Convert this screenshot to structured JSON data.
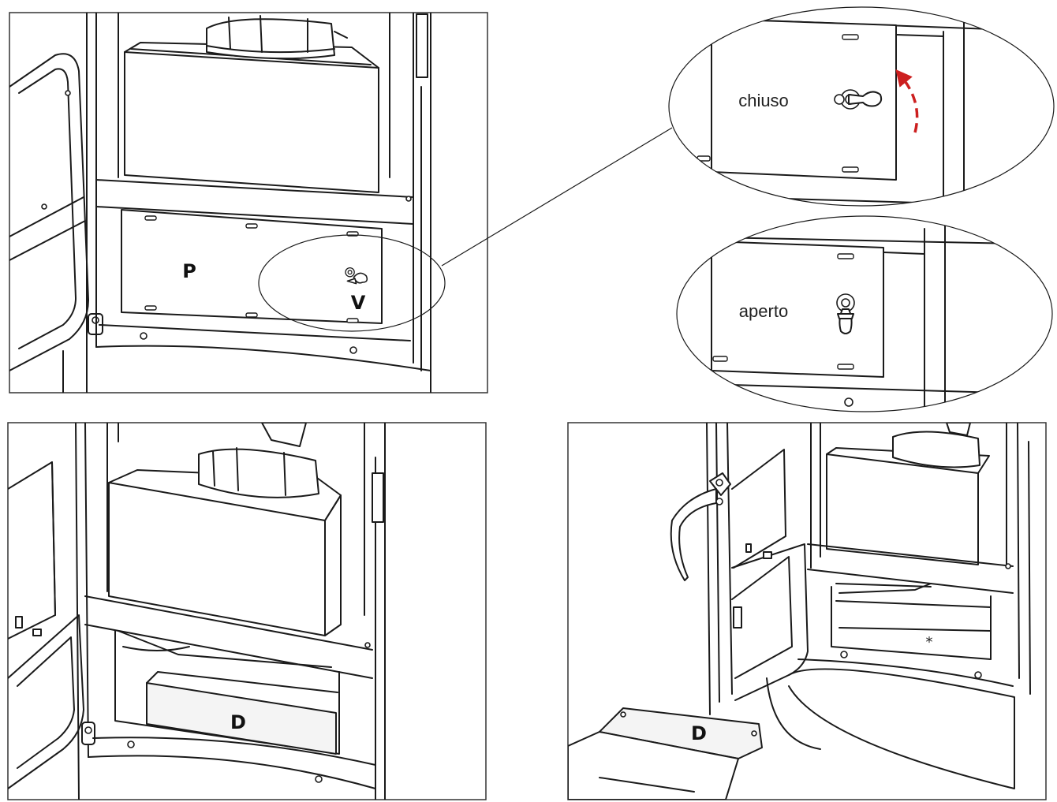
{
  "labels": {
    "panel_p": "P",
    "wingnut_v": "V",
    "closed": "chiuso",
    "open": "aperto",
    "drawer_d_left": "D",
    "drawer_d_right": "D",
    "asterisk": "*"
  },
  "colors": {
    "line": "#1a1a1a",
    "arrow": "#cc1f1f",
    "background": "#ffffff"
  },
  "icons": {
    "wing_nut": "wing-nut-icon",
    "rotate_arrow": "curved-arrow-icon"
  }
}
